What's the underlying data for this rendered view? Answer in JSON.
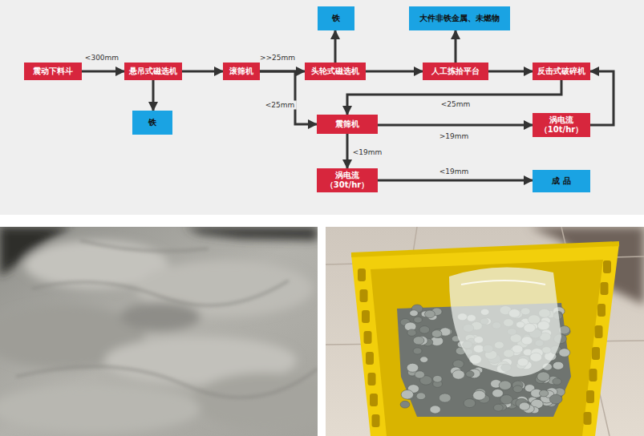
{
  "diagram": {
    "nodes": [
      {
        "text": [
          "震动下料斗"
        ]
      },
      {
        "text": [
          "悬吊式磁选机"
        ]
      },
      {
        "text": [
          "滚筛机"
        ]
      },
      {
        "text": [
          "头轮式磁选机"
        ]
      },
      {
        "text": [
          "人工拣拾平台"
        ]
      },
      {
        "text": [
          "反击式破碎机"
        ]
      },
      {
        "text": [
          "铁"
        ]
      },
      {
        "text": [
          "大件非铁金属、未燃物"
        ]
      },
      {
        "text": [
          "铁"
        ]
      },
      {
        "text": [
          "震筛机"
        ]
      },
      {
        "text": [
          "涡电流 （10t/hr）"
        ]
      },
      {
        "text": [
          "涡电流 （30t/hr）"
        ]
      },
      {
        "text": [
          "成 品"
        ]
      }
    ],
    "edges": [
      {
        "from": 0,
        "to": 1,
        "label": "<300mm",
        "arrow": "to"
      },
      {
        "from": 1,
        "to": 8,
        "arrow": "to"
      },
      {
        "from": 1,
        "to": 2,
        "arrow": "to"
      },
      {
        "from": 2,
        "to": 3,
        "label": ">>25mm",
        "arrow": "to"
      },
      {
        "from": 2,
        "to": 9,
        "label": "<25mm",
        "arrow": "to"
      },
      {
        "from": 3,
        "to": 6,
        "arrow": "to"
      },
      {
        "from": 3,
        "to": 4,
        "arrow": "to"
      },
      {
        "from": 4,
        "to": 5,
        "arrow": "to"
      },
      {
        "from": 4,
        "to": 7,
        "arrow": "to"
      },
      {
        "from": 5,
        "to": 9,
        "label": "<25mm",
        "arrow": "to"
      },
      {
        "from": 9,
        "to": 10,
        "label": ">19mm",
        "arrow": "to"
      },
      {
        "from": 10,
        "to": 5,
        "arrow": "to"
      },
      {
        "from": 9,
        "to": 11,
        "label": "<19mm",
        "arrow": "to"
      },
      {
        "from": 11,
        "to": 12,
        "label": "<19mm",
        "arrow": "to"
      }
    ]
  }
}
